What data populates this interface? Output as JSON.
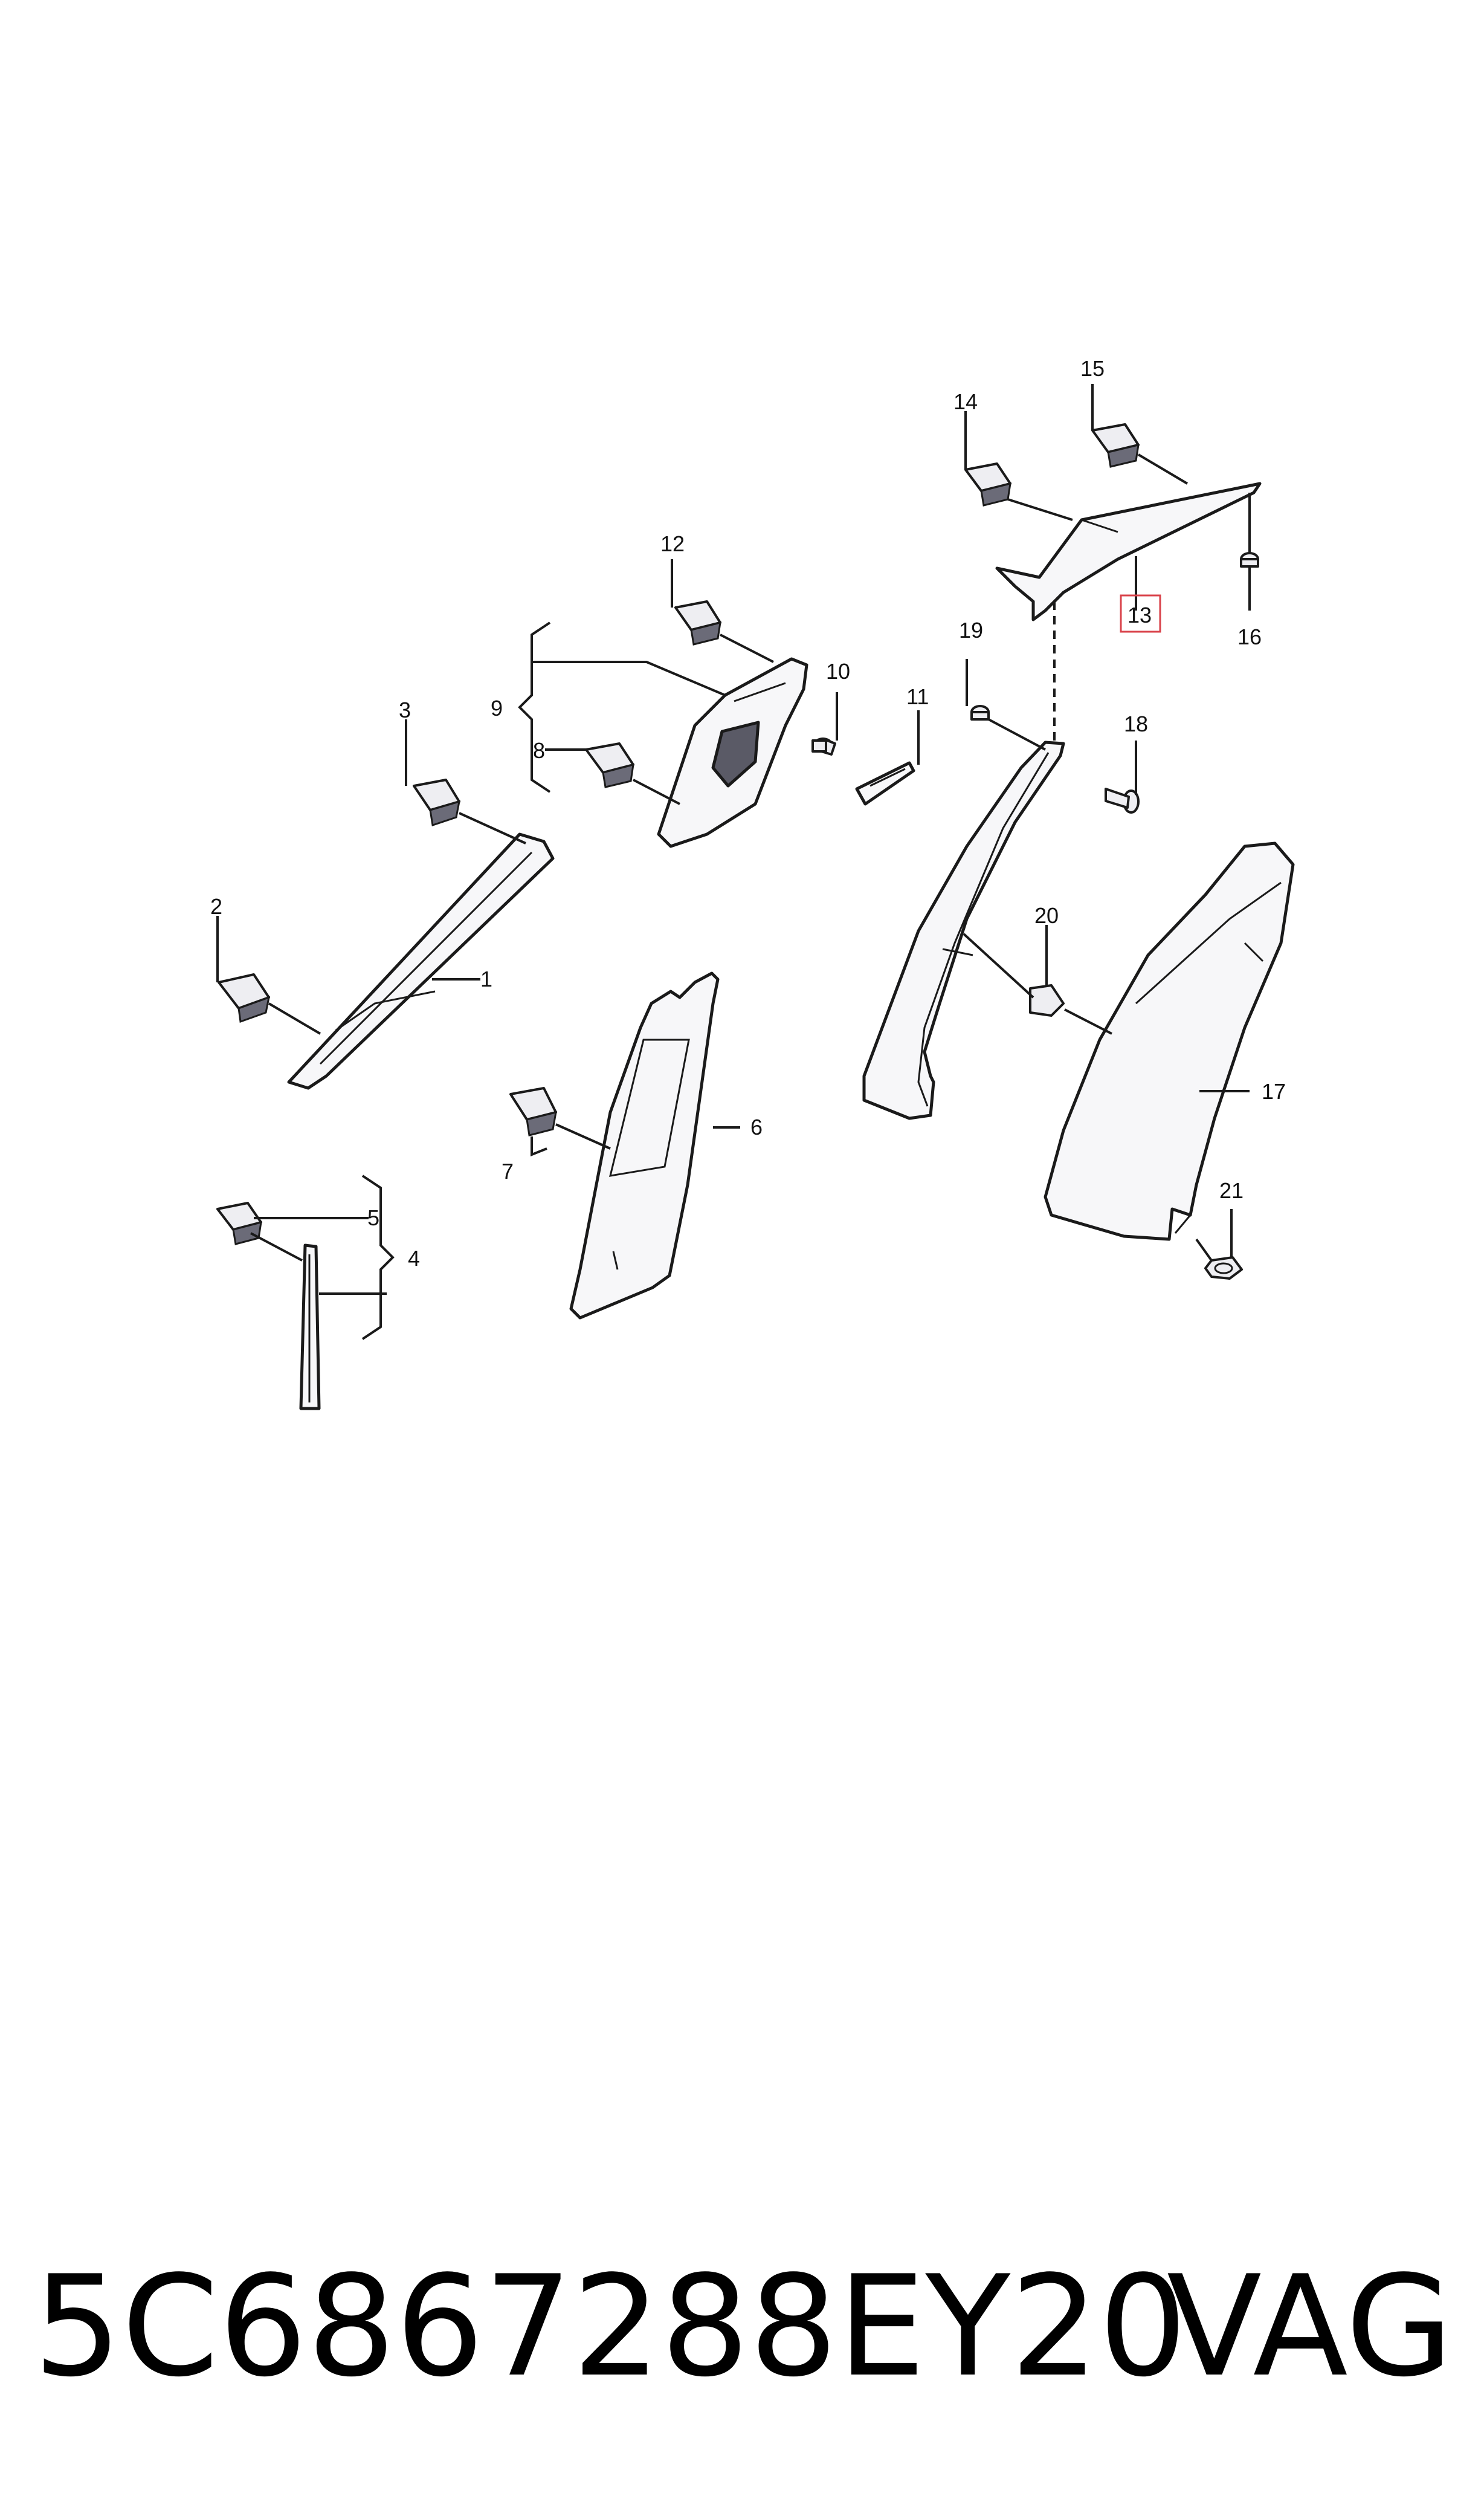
{
  "callouts": {
    "c1": "1",
    "c2": "2",
    "c3": "3",
    "c4": "4",
    "c5": "5",
    "c6": "6",
    "c7": "7",
    "c8": "8",
    "c9": "9",
    "c10": "10",
    "c11": "11",
    "c12": "12",
    "c13": "13",
    "c14": "14",
    "c15": "15",
    "c16": "16",
    "c17": "17",
    "c18": "18",
    "c19": "19",
    "c20": "20",
    "c21": "21"
  },
  "highlighted_callout": "13",
  "colors": {
    "highlight": "#d9424a",
    "line": "#1a1a1a",
    "part_fill": "#f7f7f9"
  },
  "caption": {
    "part_number": "5C6867288EY20",
    "brand": "VAG"
  }
}
